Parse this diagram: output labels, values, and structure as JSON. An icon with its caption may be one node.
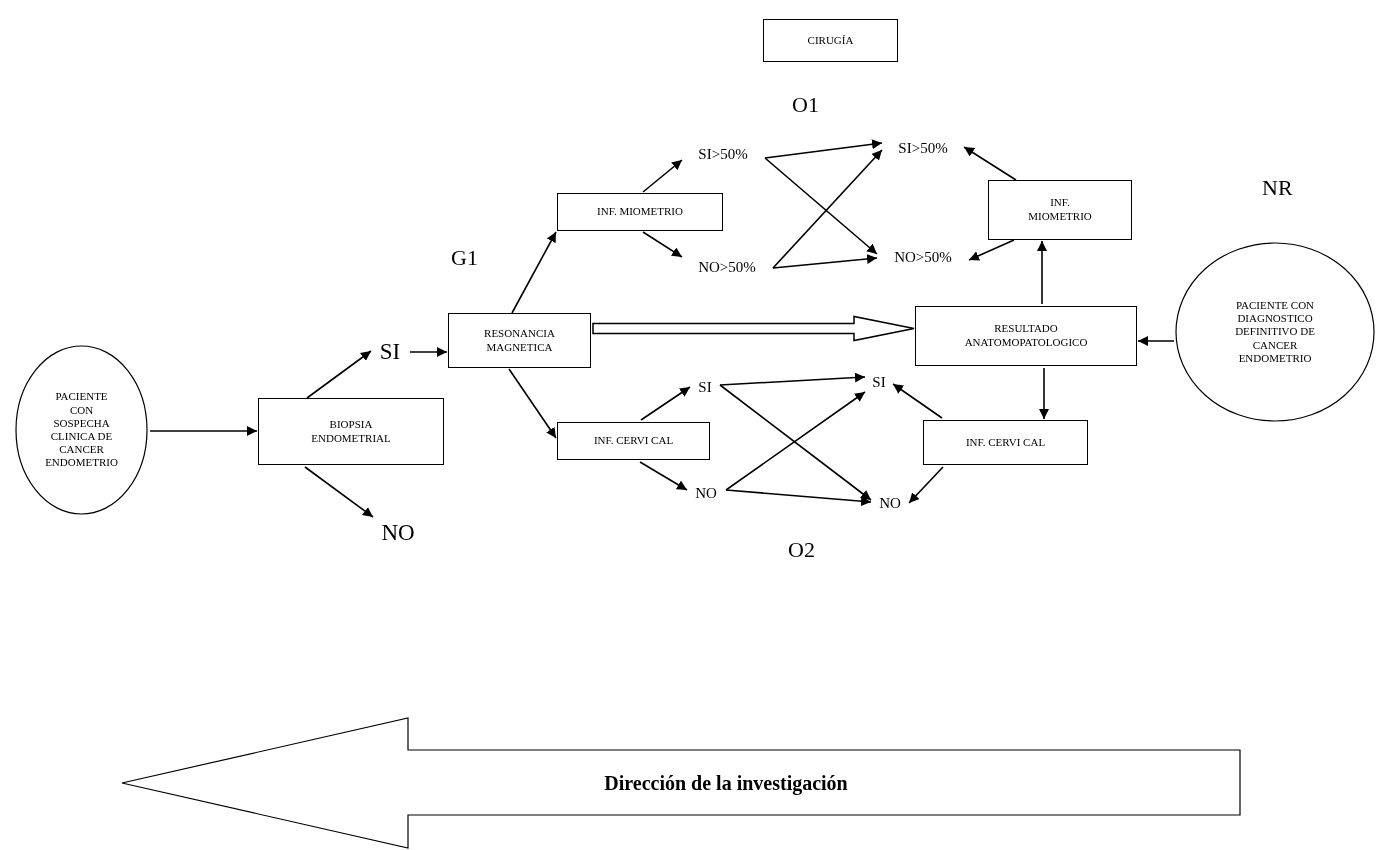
{
  "diagram": {
    "nodes": [
      {
        "text": [
          "PACIENTE CON SOSPECHA CLINICA DE CANCER ENDOMETRIO"
        ]
      },
      {
        "text": [
          "BIOPSIA ENDOMETRIAL"
        ]
      },
      {
        "text": [
          "SI"
        ]
      },
      {
        "text": [
          "NO"
        ]
      },
      {
        "text": [
          "RESONANCIA MAGNETICA"
        ]
      },
      {
        "text": [
          "INF. MIOMETRIO"
        ]
      },
      {
        "text": [
          "SI>50%"
        ]
      },
      {
        "text": [
          "NO>50%"
        ]
      },
      {
        "text": [
          "INF. CERVI CAL"
        ]
      },
      {
        "text": [
          "SI"
        ]
      },
      {
        "text": [
          "NO"
        ]
      },
      {
        "text": [
          "SI>50%"
        ]
      },
      {
        "text": [
          "NO>50%"
        ]
      },
      {
        "text": [
          "INF. MIOMETRIO"
        ]
      },
      {
        "text": [
          "RESULTADO ANATOMOPATOLOGICO"
        ]
      },
      {
        "text": [
          "INF. CERVI CAL"
        ]
      },
      {
        "text": [
          "SI"
        ]
      },
      {
        "text": [
          "NO"
        ]
      },
      {
        "text": [
          "PACIENTE CON DIAGNOSTICO DEFINITIVO DE CANCER ENDOMETRIO"
        ]
      },
      {
        "text": [
          "CIRUGÍA"
        ]
      },
      {
        "text": [
          "Dirección de la investigación"
        ]
      }
    ],
    "edges": [
      {
        "from": 0,
        "to": 1,
        "arrow": "to"
      },
      {
        "from": 1,
        "to": 2,
        "arrow": "to"
      },
      {
        "from": 1,
        "to": 3,
        "arrow": "to"
      },
      {
        "from": 2,
        "to": 4,
        "arrow": "to"
      },
      {
        "from": 4,
        "to": 5,
        "arrow": "to"
      },
      {
        "from": 4,
        "to": 8,
        "arrow": "to"
      },
      {
        "from": 4,
        "to": 14,
        "arrow": "to",
        "style": "thick"
      },
      {
        "from": 5,
        "to": 6,
        "arrow": "to"
      },
      {
        "from": 5,
        "to": 7,
        "arrow": "to"
      },
      {
        "from": 6,
        "to": 11,
        "arrow": "to"
      },
      {
        "from": 6,
        "to": 12,
        "arrow": "to"
      },
      {
        "from": 7,
        "to": 11,
        "arrow": "to"
      },
      {
        "from": 7,
        "to": 12,
        "arrow": "to"
      },
      {
        "from": 13,
        "to": 11,
        "arrow": "to"
      },
      {
        "from": 13,
        "to": 12,
        "arrow": "to"
      },
      {
        "from": 14,
        "to": 13,
        "arrow": "to"
      },
      {
        "from": 18,
        "to": 14,
        "arrow": "to"
      },
      {
        "from": 14,
        "to": 15,
        "arrow": "to"
      },
      {
        "from": 8,
        "to": 9,
        "arrow": "to"
      },
      {
        "from": 8,
        "to": 10,
        "arrow": "to"
      },
      {
        "from": 9,
        "to": 16,
        "arrow": "to"
      },
      {
        "from": 9,
        "to": 17,
        "arrow": "to"
      },
      {
        "from": 10,
        "to": 16,
        "arrow": "to"
      },
      {
        "from": 10,
        "to": 17,
        "arrow": "to"
      },
      {
        "from": 15,
        "to": 16,
        "arrow": "to"
      },
      {
        "from": 15,
        "to": 17,
        "arrow": "to"
      }
    ],
    "labels": [
      "O1",
      "NR",
      "G1",
      "O2"
    ]
  }
}
